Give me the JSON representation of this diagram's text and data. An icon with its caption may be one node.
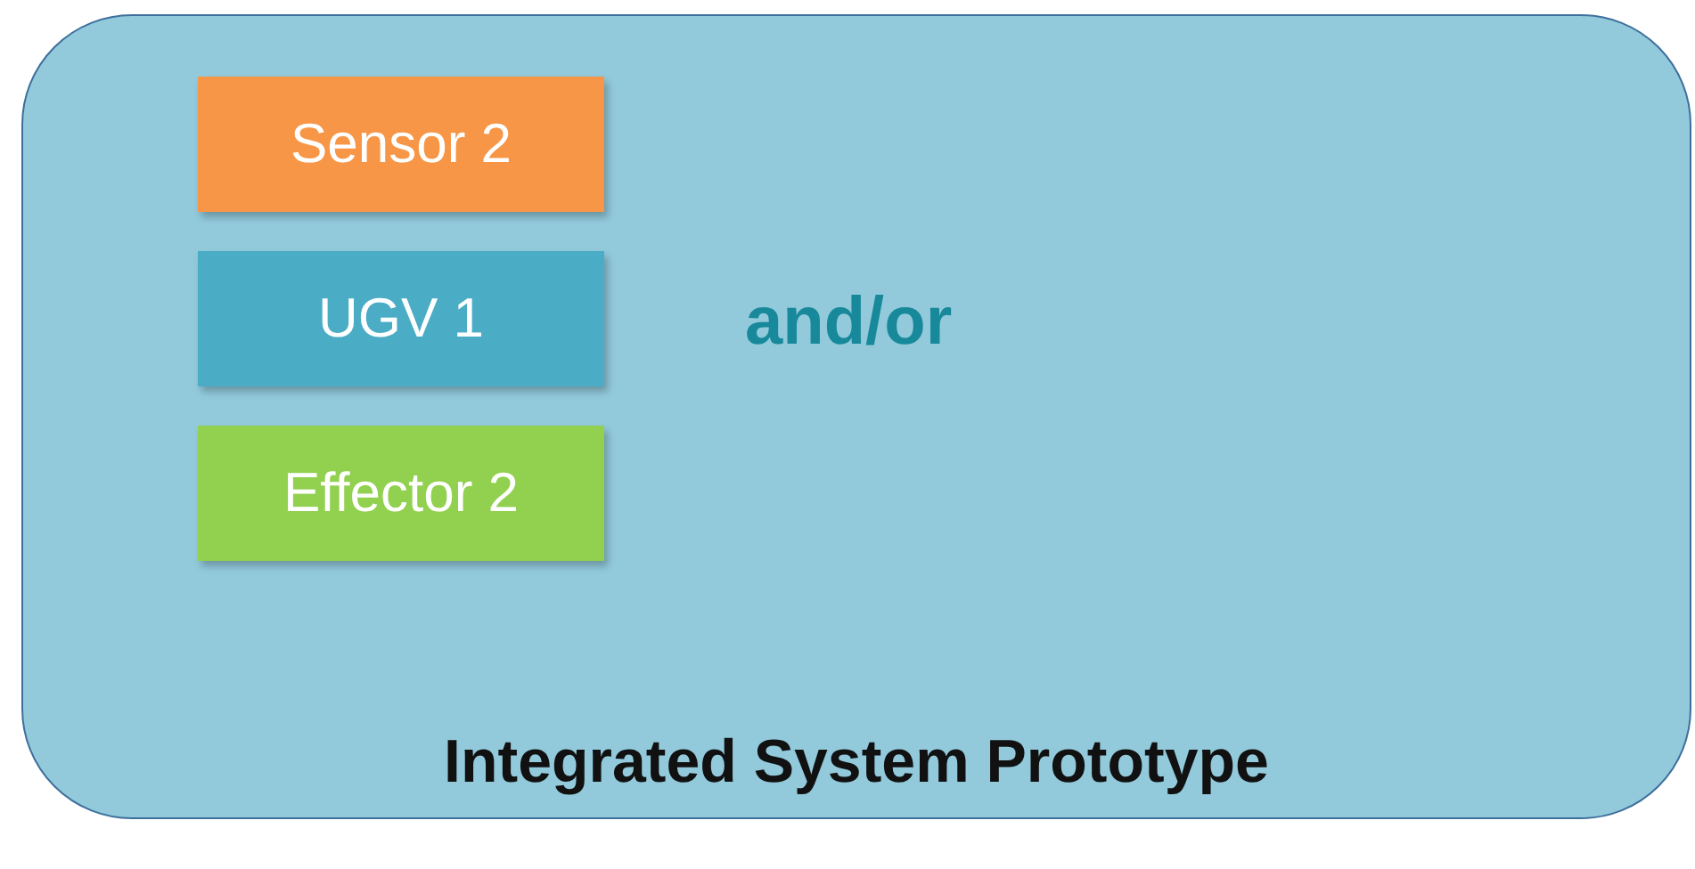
{
  "diagram": {
    "nodes": [
      {
        "text": [
          "Integrated System Prototype"
        ]
      },
      {
        "text": [
          "Sensor 2"
        ],
        "in": 0
      },
      {
        "text": [
          "UGV 1"
        ],
        "in": 0
      },
      {
        "text": [
          "Effector 2"
        ],
        "in": 0
      }
    ],
    "labels": [
      "and/or"
    ]
  }
}
